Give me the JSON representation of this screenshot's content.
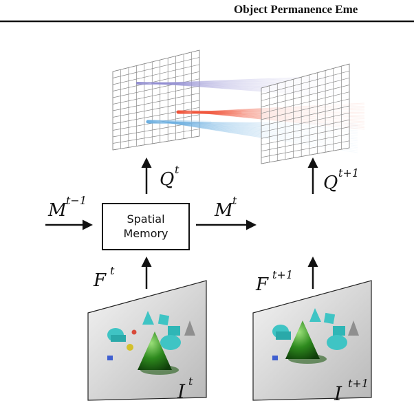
{
  "header": {
    "title": "Object Permanence Eme"
  },
  "memory_box": {
    "line1": "Spatial",
    "line2": "Memory"
  },
  "labels": {
    "Q_t": {
      "base": "Q",
      "sup": "t"
    },
    "Q_t1": {
      "base": "Q",
      "sup": "t+1"
    },
    "M_tm1": {
      "base": "M",
      "sup": "t−1"
    },
    "M_t": {
      "base": "M",
      "sup": "t"
    },
    "F_t": {
      "base": "F",
      "sup": "t"
    },
    "F_t1": {
      "base": "F",
      "sup": "t+1"
    },
    "I_t": {
      "base": "I",
      "sup": "t"
    },
    "I_t1": {
      "base": "I",
      "sup": "t+1"
    }
  },
  "colors": {
    "purple_track": "#a9a6d6",
    "red_track": "#ef6a4f",
    "blue_track": "#7fb8de",
    "grid": "#8a8a8a",
    "cyan_object": "#3fc4c4",
    "green_cone": "#2e8a1e"
  }
}
